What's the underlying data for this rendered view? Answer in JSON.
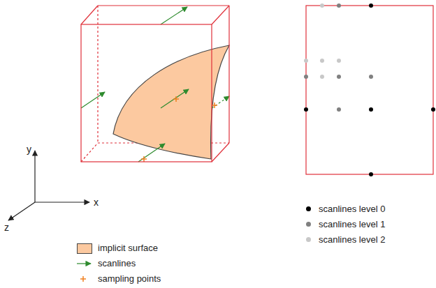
{
  "diagram": {
    "labels": [
      "y",
      "x",
      "z"
    ],
    "legend": [
      {
        "text": "implicit surface",
        "color": "#fcc9a0"
      },
      {
        "text": "scanlines"
      },
      {
        "text": "sampling points"
      },
      {
        "text": "scanlines level 0",
        "color": "#000000"
      },
      {
        "text": "scanlines level 1",
        "color": "#808080"
      },
      {
        "text": "scanlines level 2",
        "color": "#c8c8c8"
      }
    ]
  }
}
